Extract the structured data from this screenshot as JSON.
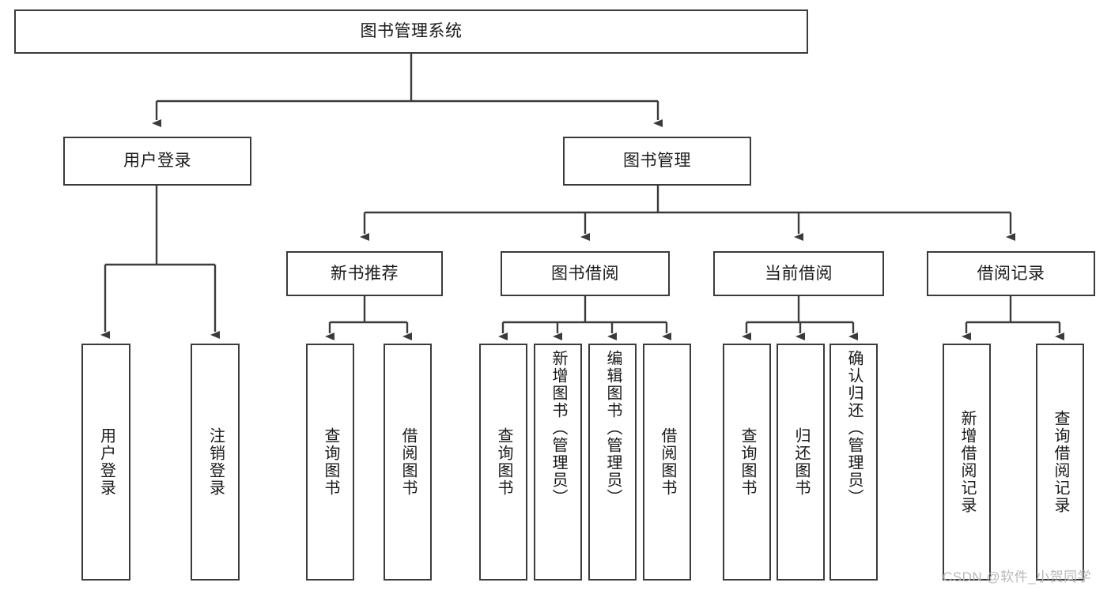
{
  "diagram": {
    "type": "tree-hierarchy-chart",
    "title": "图书管理系统",
    "colors": {
      "box_border": "#3b3b3b",
      "box_fill": "#ffffff",
      "edge": "#3b3b3b",
      "text": "#1a1a1a",
      "watermark": "#b9b9b9",
      "background": "#ffffff"
    },
    "nodes": {
      "root": {
        "label": "图书管理系统"
      },
      "level2": [
        {
          "id": "user-login",
          "label": "用户登录"
        },
        {
          "id": "book-management",
          "label": "图书管理"
        }
      ],
      "level3": [
        {
          "id": "new-book-recommend",
          "label": "新书推荐"
        },
        {
          "id": "book-borrow",
          "label": "图书借阅"
        },
        {
          "id": "current-borrow",
          "label": "当前借阅"
        },
        {
          "id": "borrow-record",
          "label": "借阅记录"
        }
      ],
      "leaves": {
        "user_login": [
          {
            "id": "leaf-user-login",
            "label": "用户登录"
          },
          {
            "id": "leaf-logout-login",
            "label": "注销登录"
          }
        ],
        "new_book_recommend": [
          {
            "id": "leaf-query-book-1",
            "label": "查询图书"
          },
          {
            "id": "leaf-borrow-book-1",
            "label": "借阅图书"
          }
        ],
        "book_borrow": [
          {
            "id": "leaf-query-book-2",
            "label": "查询图书"
          },
          {
            "id": "leaf-add-book",
            "label": "新增图书（管理员）"
          },
          {
            "id": "leaf-edit-book",
            "label": "编辑图书（管理员）"
          },
          {
            "id": "leaf-borrow-book-2",
            "label": "借阅图书"
          }
        ],
        "current_borrow": [
          {
            "id": "leaf-query-book-3",
            "label": "查询图书"
          },
          {
            "id": "leaf-return-book",
            "label": "归还图书"
          },
          {
            "id": "leaf-confirm-return",
            "label": "确认归还（管理员）"
          }
        ],
        "borrow_record": [
          {
            "id": "leaf-add-record",
            "label": "新增借阅记录"
          },
          {
            "id": "leaf-query-record",
            "label": "查询借阅记录"
          }
        ]
      }
    }
  },
  "watermark": {
    "text": "CSDN @软件_小贺同学"
  }
}
